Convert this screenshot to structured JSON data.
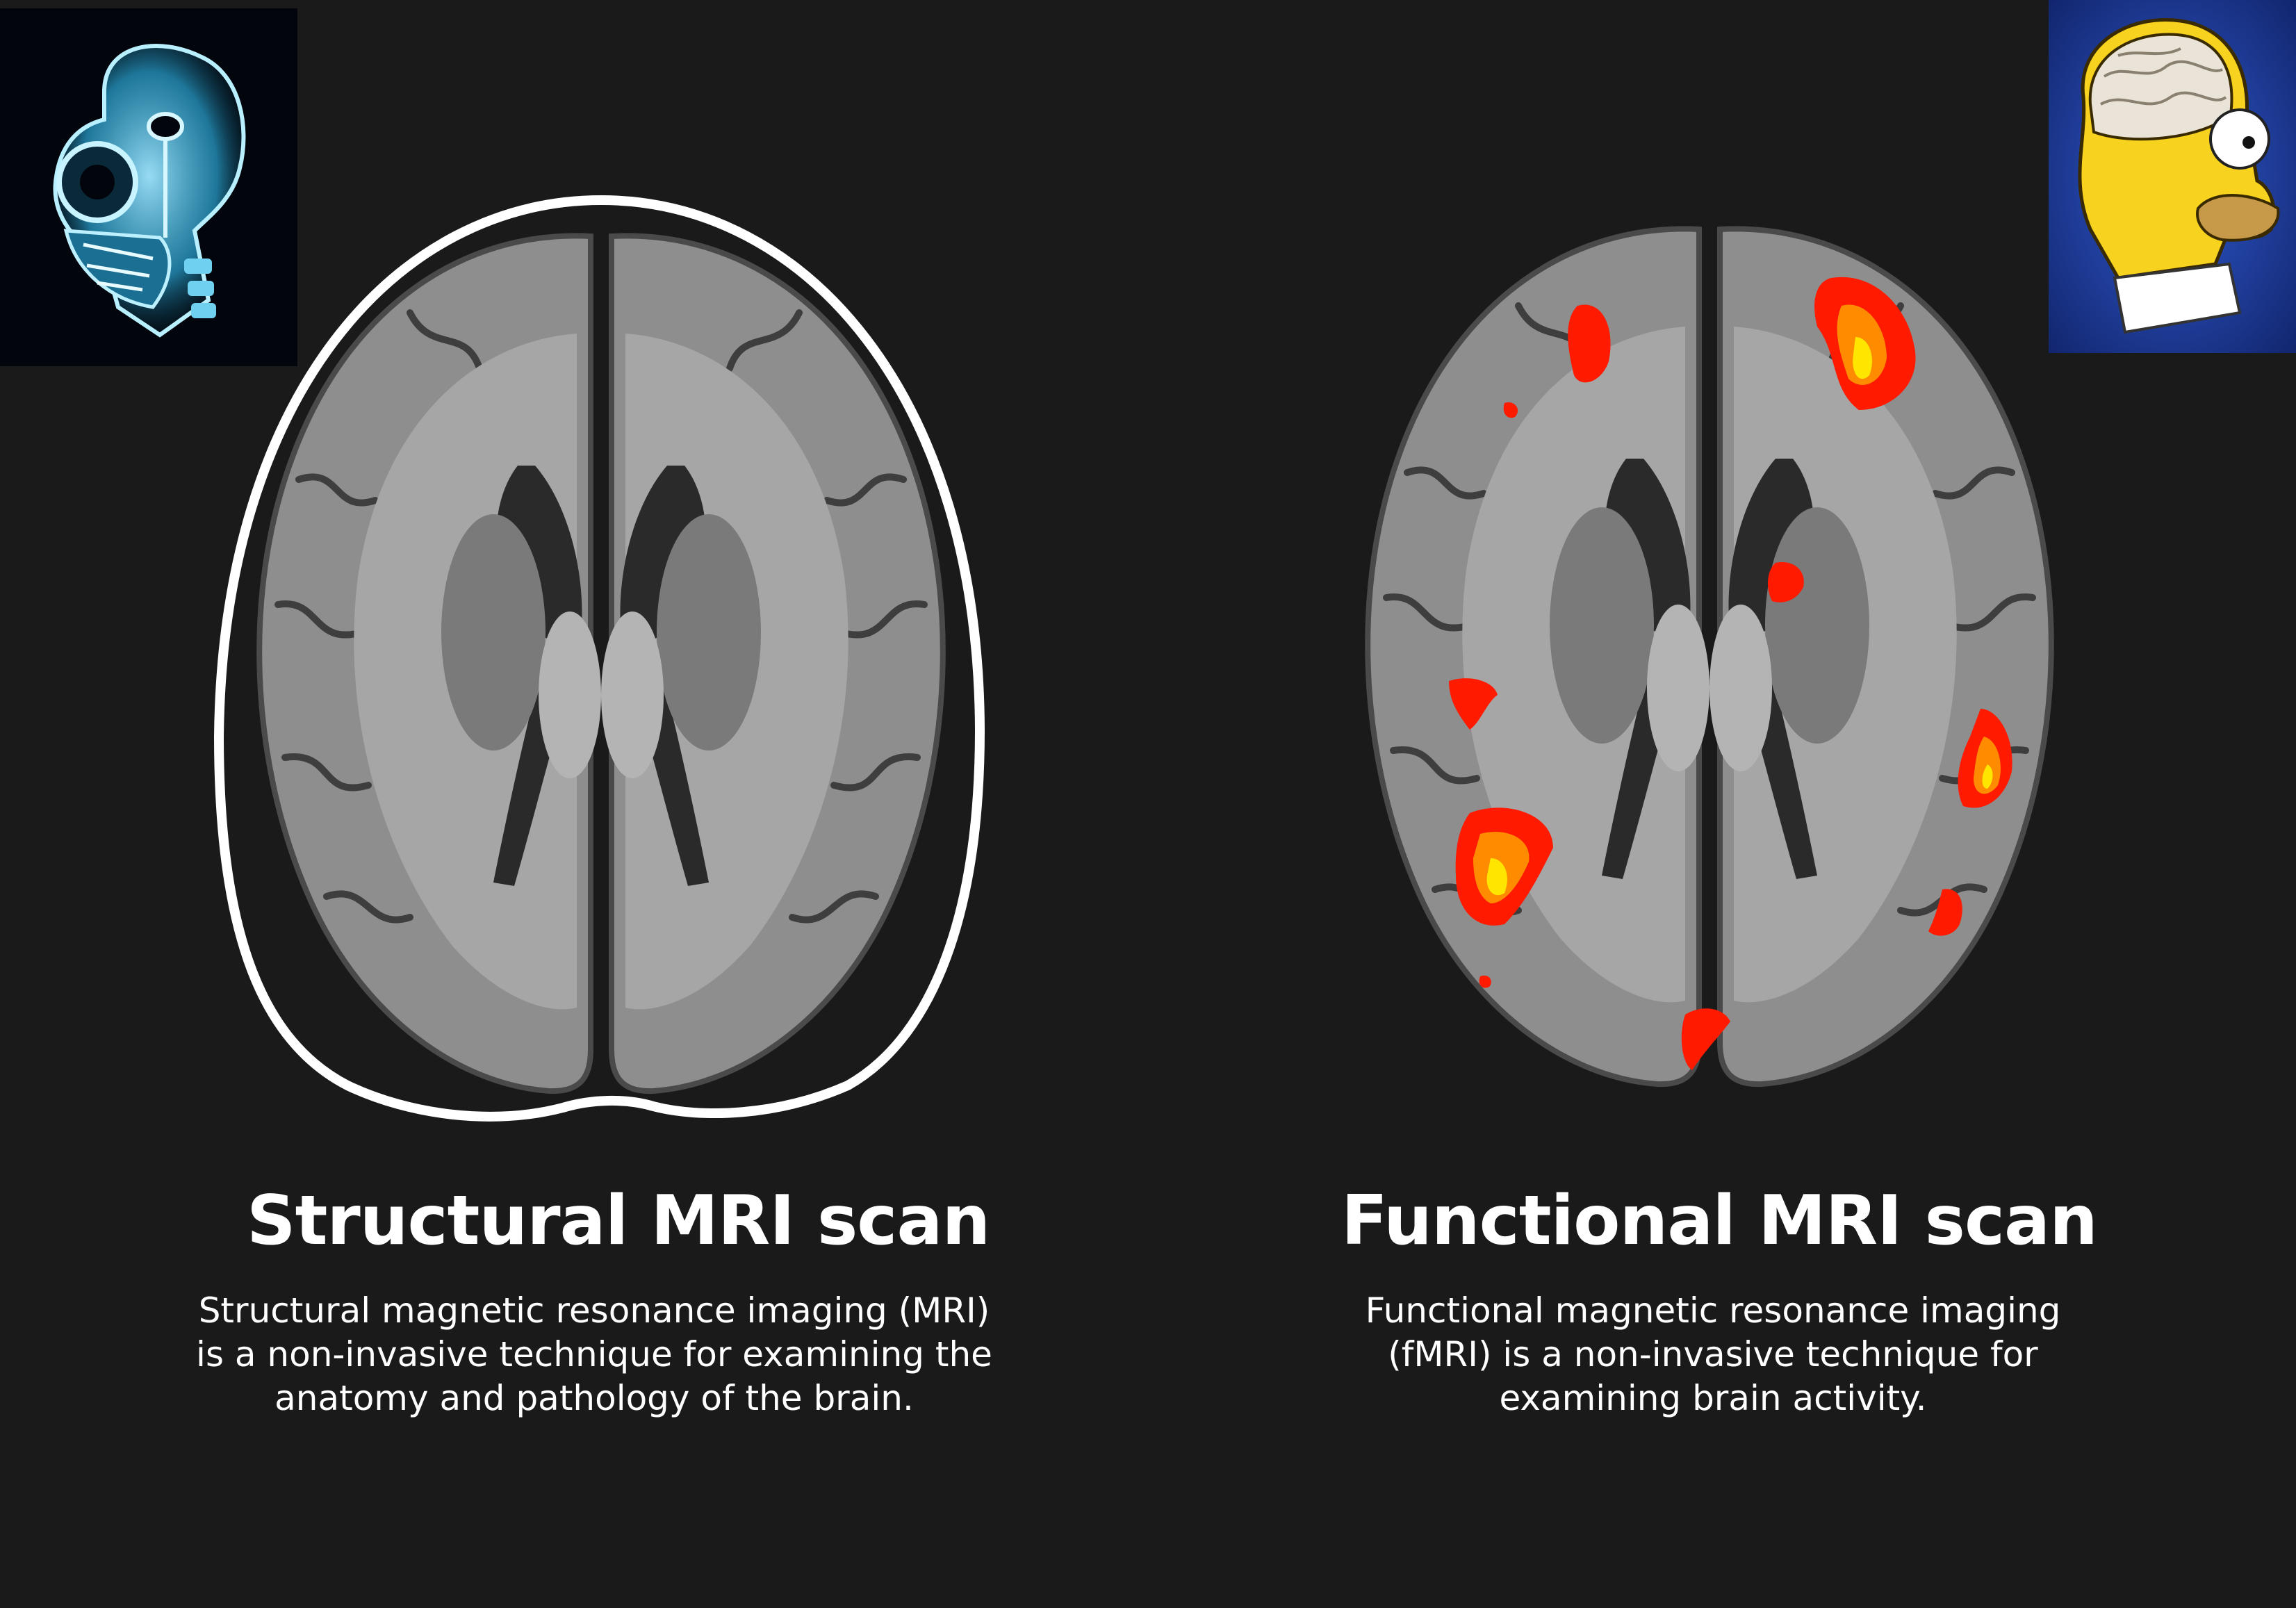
{
  "panels": [
    {
      "id": "structural",
      "title": "Structural MRI scan",
      "description_lines": [
        "Structural magnetic resonance imaging (MRI)",
        "is a non-invasive technique for examining the",
        "anatomy and pathology of the brain."
      ]
    },
    {
      "id": "functional",
      "title": "Functional MRI scan",
      "description_lines": [
        "Functional magnetic resonance imaging",
        "(fMRI) is a non-invasive technique for",
        "examining brain activity."
      ]
    }
  ],
  "corner_images": {
    "left": "xray-cartoon-head-icon",
    "right": "cartoon-brain-head-icon"
  },
  "colors": {
    "background": "#1a1a1a",
    "outline": "#ffffff",
    "brain_outer": "#8e8e8e",
    "brain_inner": "#a6a6a6",
    "activation_red": "#ff1a00",
    "activation_orange": "#ff8c00",
    "activation_yellow": "#ffe600",
    "right_image_blue": "#1f3fa8"
  }
}
